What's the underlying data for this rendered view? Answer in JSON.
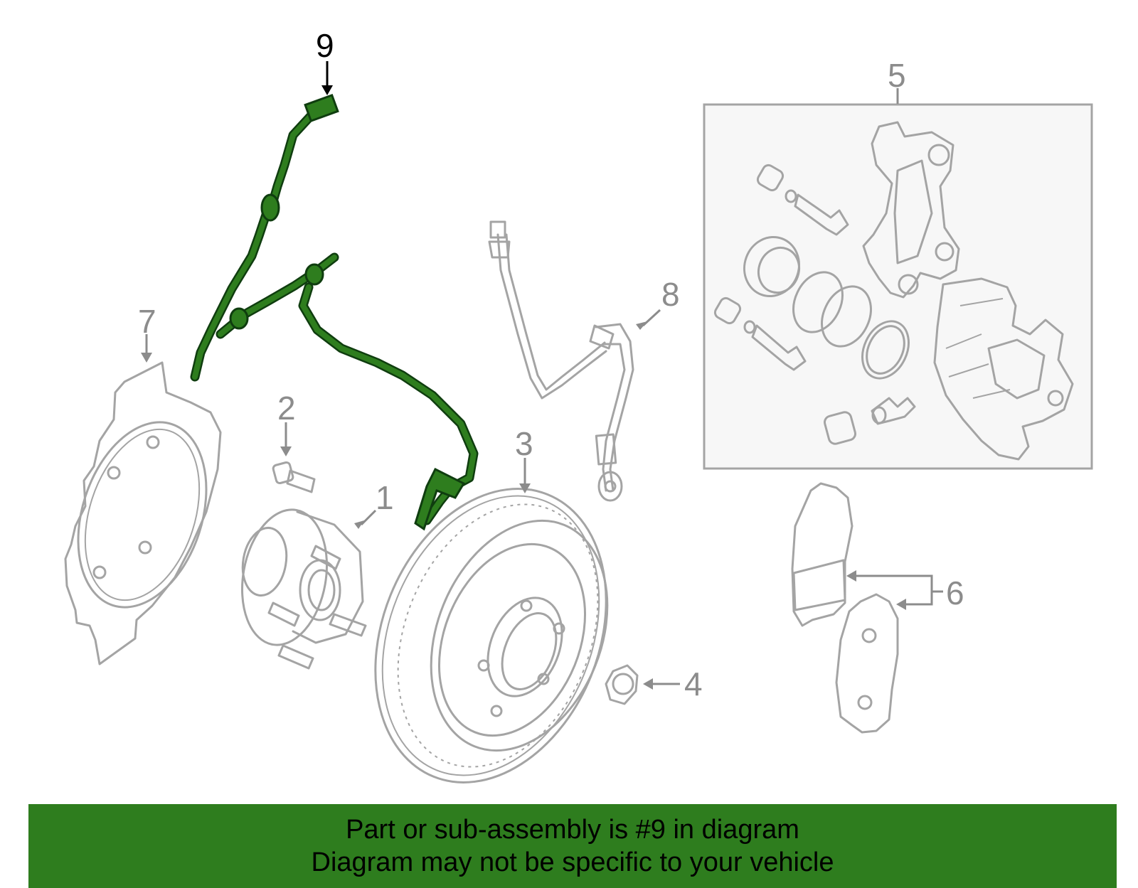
{
  "callouts": {
    "c1": "1",
    "c2": "2",
    "c3": "3",
    "c4": "4",
    "c5": "5",
    "c6": "6",
    "c7": "7",
    "c8": "8",
    "c9": "9"
  },
  "highlighted_part": "9",
  "colors": {
    "highlight": "#2e7d1e",
    "part_outline": "#a4a4a4",
    "caliper_box_fill": "#f7f7f7"
  },
  "banner": {
    "line1": "Part or sub-assembly is #9 in diagram",
    "line2": "Diagram may not be specific to your vehicle"
  }
}
